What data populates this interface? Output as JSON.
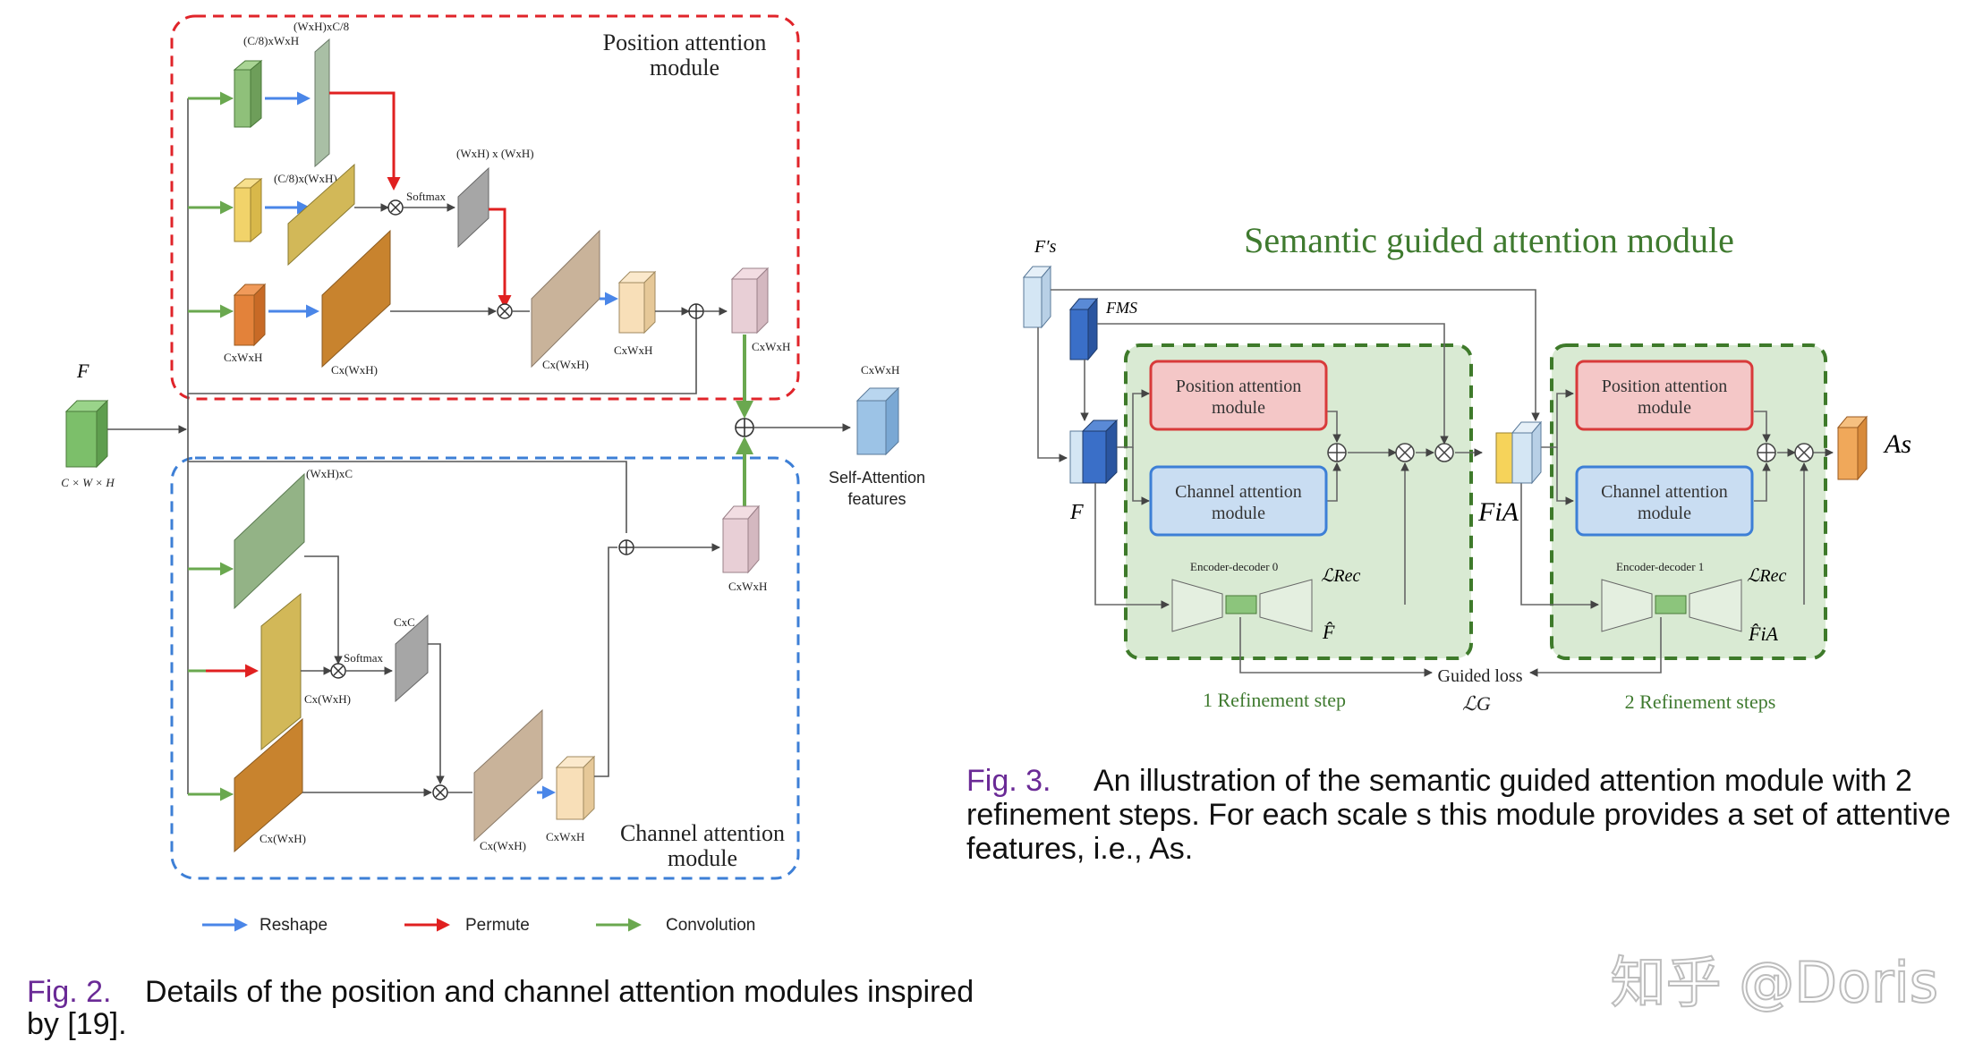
{
  "fig2": {
    "position_module_title": [
      "Position attention",
      "module"
    ],
    "channel_module_title": [
      "Channel attention",
      "module"
    ],
    "input_label": "F",
    "input_dim": "C × W × H",
    "dims": {
      "pos_q": "(C/8)xWxH",
      "pos_qt": "(WxH)xC/8",
      "pos_k": "(C/8)x(WxH)",
      "softmax": "Softmax",
      "pos_att": "(WxH) x (WxH)",
      "pos_v": "CxWxH",
      "pos_v2": "Cx(WxH)",
      "pos_out1": "Cx(WxH)",
      "pos_out2": "CxWxH",
      "pos_final": "CxWxH",
      "ch_a": "(WxH)xC",
      "ch_b": "Cx(WxH)",
      "ch_softmax": "Softmax",
      "ch_att": "CxC",
      "ch_c": "Cx(WxH)",
      "ch_out1": "Cx(WxH)",
      "ch_out2": "CxWxH",
      "ch_final": "CxWxH",
      "sa_dim": "CxWxH"
    },
    "self_attention": [
      "Self-Attention",
      "features"
    ],
    "legend": [
      {
        "label": "Reshape",
        "color": "#4a86e8"
      },
      {
        "label": "Permute",
        "color": "#e02020"
      },
      {
        "label": "Convolution",
        "color": "#6aa84f"
      }
    ],
    "caption_no": "Fig. 2.",
    "caption_line1": "Details of the position and channel attention modules inspired",
    "caption_line2": "by [19]."
  },
  "fig3": {
    "title": "Semantic guided attention module",
    "fs_label": "F′s",
    "fms_label": "FMS",
    "f_label": "F",
    "fa_label": "FiA",
    "as_label": "As",
    "pos_box": [
      "Position attention",
      "module"
    ],
    "ch_box": [
      "Channel attention",
      "module"
    ],
    "enc0": "Encoder-decoder 0",
    "enc1": "Encoder-decoder 1",
    "lrec": "ℒRec",
    "fhat": "F̂",
    "fahat": "F̂iA",
    "guided_loss": "Guided loss",
    "lg": "ℒG",
    "step1": "1 Refinement step",
    "step2": "2 Refinement steps",
    "caption_no": "Fig. 3.",
    "caption_line1": "An illustration of the semantic guided attention module with 2",
    "caption_line2": "refinement steps. For each scale s this module provides a set of attentive",
    "caption_line3": "features, i.e., As."
  },
  "watermark": "知乎 @Doris",
  "colors": {
    "red_dash": "#e0242a",
    "blue_dash": "#3d7fd6",
    "green_dash": "#3e7a2a",
    "green_fill": "#d9ead3",
    "title_green": "#3f7a2f"
  }
}
